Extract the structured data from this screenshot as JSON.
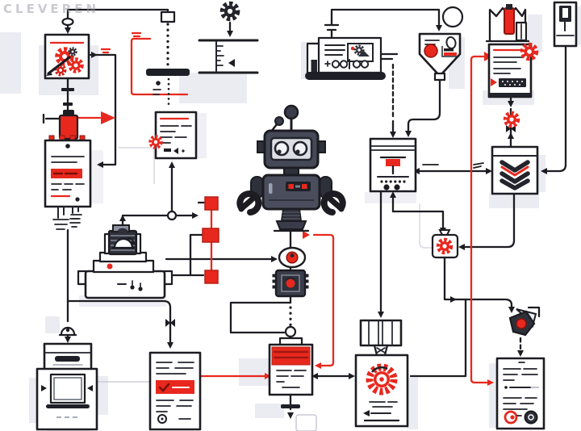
{
  "watermark": "CLEVEREN",
  "palette": {
    "ink": "#1c1c22",
    "accent_red": "#e8281e",
    "dark_red": "#a01812",
    "robot_body": "#454856",
    "robot_dark": "#2e303a",
    "visor": "#dcdee6",
    "paper": "#ffffff",
    "ghost_shadow": "#ebebf2"
  },
  "icons": [
    "gear-icon",
    "robot-icon",
    "document-icon",
    "funnel-icon",
    "camera-icon",
    "laptop-icon",
    "seal-icon",
    "chevron-stack-icon",
    "book-icon",
    "valve-icon",
    "chip-icon",
    "canister-icon",
    "press-machine-icon",
    "dripper-icon",
    "ruler-icon"
  ],
  "nodes": [
    {
      "name": "gear-processor-box",
      "accent": "#e8281e"
    },
    {
      "name": "spray-canister",
      "accent": "#e8281e"
    },
    {
      "name": "chip-document",
      "accent": "#e8281e"
    },
    {
      "name": "card-reader-box",
      "accent": "#1c1c22"
    },
    {
      "name": "laptop-box",
      "accent": "#1c1c22"
    },
    {
      "name": "press-machine",
      "accent": "#e8281e"
    },
    {
      "name": "dripper-station",
      "accent": "#1c1c22"
    },
    {
      "name": "ruler-box",
      "accent": "#1c1c22"
    },
    {
      "name": "gear-note-document",
      "accent": "#e8281e"
    },
    {
      "name": "red-node-column",
      "accent": "#e8281e"
    },
    {
      "name": "robot",
      "accent": "#454856"
    },
    {
      "name": "valve-node",
      "accent": "#e8281e"
    },
    {
      "name": "chip-node",
      "accent": "#e8281e"
    },
    {
      "name": "memo-document",
      "accent": "#e8281e"
    },
    {
      "name": "checklist-document",
      "accent": "#e8281e"
    },
    {
      "name": "scanner-machine",
      "accent": "#1c1c22"
    },
    {
      "name": "funnel-sorter",
      "accent": "#e8281e"
    },
    {
      "name": "inspection-box",
      "accent": "#e8281e"
    },
    {
      "name": "chevron-stack-box",
      "accent": "#23242c"
    },
    {
      "name": "gear-node-box",
      "accent": "#e8281e"
    },
    {
      "name": "fill-vessel",
      "accent": "#e8281e"
    },
    {
      "name": "stamped-document",
      "accent": "#e8281e"
    },
    {
      "name": "right-pillar",
      "accent": "#1c1c22"
    },
    {
      "name": "camera-sensor",
      "accent": "#e8281e"
    },
    {
      "name": "book-scanner",
      "accent": "#1c1c22"
    },
    {
      "name": "seal-certificate",
      "accent": "#e8281e"
    },
    {
      "name": "result-document",
      "accent": "#e8281e"
    }
  ]
}
